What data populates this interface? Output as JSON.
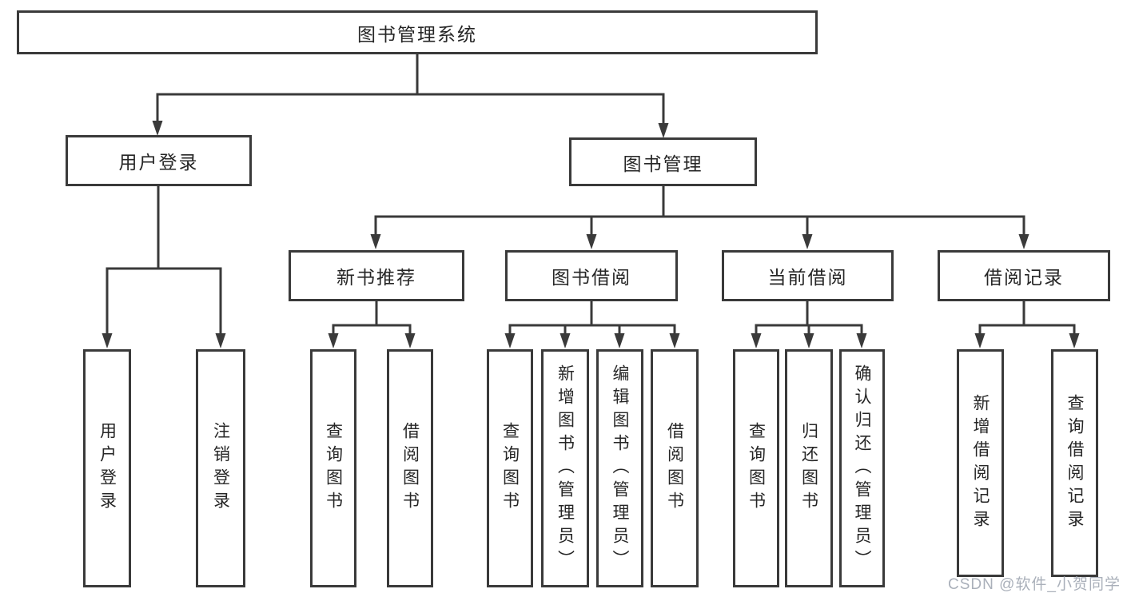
{
  "tree": {
    "root": {
      "label": "图书管理系统"
    },
    "branches": [
      {
        "label": "用户登录",
        "children": [
          {
            "label": "用户登录"
          },
          {
            "label": "注销登录"
          }
        ]
      },
      {
        "label": "图书管理",
        "children": [
          {
            "label": "新书推荐",
            "children": [
              {
                "label": "查询图书"
              },
              {
                "label": "借阅图书"
              }
            ]
          },
          {
            "label": "图书借阅",
            "children": [
              {
                "label": "查询图书"
              },
              {
                "label": "新增图书（管理员）"
              },
              {
                "label": "编辑图书（管理员）"
              },
              {
                "label": "借阅图书"
              }
            ]
          },
          {
            "label": "当前借阅",
            "children": [
              {
                "label": "查询图书"
              },
              {
                "label": "归还图书"
              },
              {
                "label": "确认归还（管理员）"
              }
            ]
          },
          {
            "label": "借阅记录",
            "children": [
              {
                "label": "新增借阅记录"
              },
              {
                "label": "查询借阅记录"
              }
            ]
          }
        ]
      }
    ]
  },
  "watermark": {
    "text": "CSDN @软件_小贺同学"
  },
  "colors": {
    "line": "#3a3a3a",
    "text": "#262626",
    "box_bg": "#ffffff",
    "watermark": "#aab0ba",
    "background": "#ffffff"
  }
}
